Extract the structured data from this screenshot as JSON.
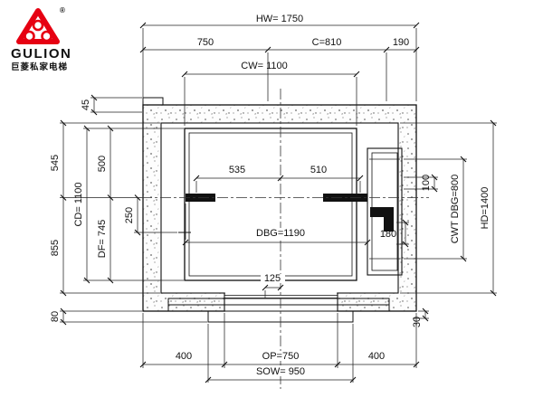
{
  "logo": {
    "brand": "GULION",
    "registered": "®",
    "tagline": "巨菱私家电梯",
    "color": "#e60012"
  },
  "dims": {
    "top": {
      "hw": "HW= 1750",
      "seg750": "750",
      "c": "C=810",
      "seg190": "190",
      "cw": "CW= 1100"
    },
    "left": {
      "d45": "45",
      "d545": "545",
      "d500": "500",
      "cd": "CD= 1100",
      "d250": "250",
      "df": "DF= 745",
      "d855": "855",
      "d80": "80"
    },
    "right": {
      "d100": "100",
      "d180": "180",
      "cwt_dbg": "CWT DBG=800",
      "hd": "HD=1400",
      "d30": "30"
    },
    "center": {
      "d535": "535",
      "d510": "510",
      "dbg": "DBG=1190",
      "d125": "125"
    },
    "bottom": {
      "d400_left": "400",
      "op": "OP=750",
      "sow": "SOW= 950",
      "d400_right": "400"
    }
  }
}
